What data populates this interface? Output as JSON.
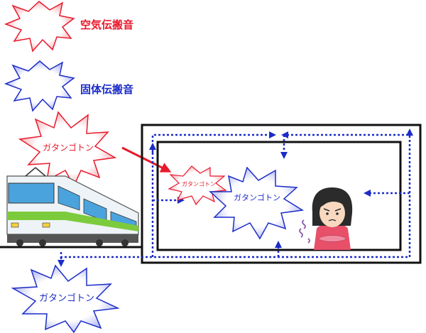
{
  "legend": {
    "air": {
      "label": "空気伝搬音",
      "color": "#e8192c"
    },
    "solid": {
      "label": "固体伝搬音",
      "color": "#1c2cc8"
    }
  },
  "sounds": {
    "train_air": "ガタンゴトン",
    "ground_solid": "ガタンゴトン",
    "room_air": "ガタンゴトン",
    "room_solid": "ガタンゴトン"
  },
  "colors": {
    "air_stroke": "#e8192c",
    "solid_stroke": "#1c2cc8",
    "dotted_path": "#1c2cc8",
    "building": "#111111",
    "ground": "#111111",
    "train_body": "#eef3f7",
    "train_stripe": "#7ccb3c",
    "train_window": "#4aa3dd"
  }
}
